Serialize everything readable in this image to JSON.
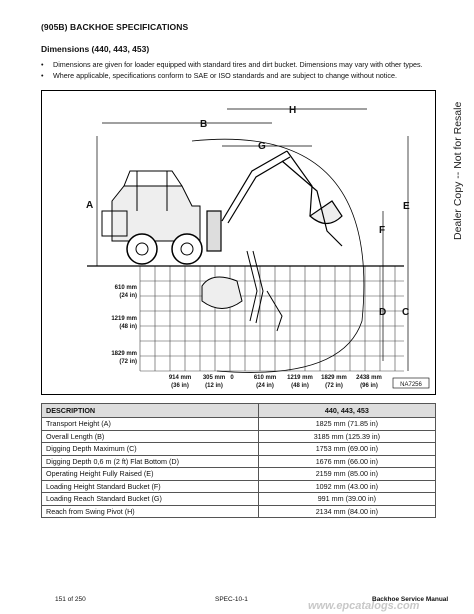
{
  "header": {
    "section_title": "(905B) BACKHOE SPECIFICATIONS",
    "dims_title": "Dimensions (440, 443, 453)",
    "notes": [
      "Dimensions are given for loader equipped with standard tires and dirt bucket. Dimensions may vary with other types.",
      "Where applicable, specifications conform to SAE or ISO standards and are subject to change without notice."
    ]
  },
  "diagram": {
    "letters": {
      "A": "A",
      "B": "B",
      "C": "C",
      "D": "D",
      "E": "E",
      "F": "F",
      "G": "G",
      "H": "H"
    },
    "depth_labels": [
      {
        "mm": "610 mm",
        "inch": "(24 in)"
      },
      {
        "mm": "1219 mm",
        "inch": "(48 in)"
      },
      {
        "mm": "1829 mm",
        "inch": "(72 in)"
      }
    ],
    "reach_labels": [
      {
        "mm": "914 mm",
        "inch": "(36 in)"
      },
      {
        "mm": "305 mm",
        "inch": "(12 in)"
      },
      {
        "mm": "0",
        "inch": ""
      },
      {
        "mm": "610 mm",
        "inch": "(24 in)"
      },
      {
        "mm": "1219 mm",
        "inch": "(48 in)"
      },
      {
        "mm": "1829 mm",
        "inch": "(72 in)"
      },
      {
        "mm": "2438 mm",
        "inch": "(96 in)"
      }
    ],
    "figure_id": "NA7256"
  },
  "side_text": "Dealer Copy -- Not for Resale",
  "table": {
    "header": {
      "description": "DESCRIPTION",
      "models": "440, 443, 453"
    },
    "rows": [
      {
        "desc": "Transport Height (A)",
        "value": "1825 mm (71.85 in)"
      },
      {
        "desc": "Overall Length (B)",
        "value": "3185 mm (125.39 in)"
      },
      {
        "desc": "Digging Depth Maximum (C)",
        "value": "1753 mm (69.00 in)"
      },
      {
        "desc": "Digging Depth 0,6 m (2 ft) Flat Bottom (D)",
        "value": "1676 mm (66.00 in)"
      },
      {
        "desc": "Operating Height Fully Raised (E)",
        "value": "2159 mm (85.00 in)"
      },
      {
        "desc": "Loading Height Standard Bucket (F)",
        "value": "1092 mm (43.00 in)"
      },
      {
        "desc": "Loading Reach Standard Bucket (G)",
        "value": "991 mm (39.00 in)"
      },
      {
        "desc": "Reach from Swing Pivot (H)",
        "value": "2134 mm (84.00 in)"
      }
    ]
  },
  "footer": {
    "page": "151 of 250",
    "spec": "SPEC-10-1",
    "manual": "Backhoe Service Manual",
    "watermark": "www.epcatalogs.com"
  }
}
